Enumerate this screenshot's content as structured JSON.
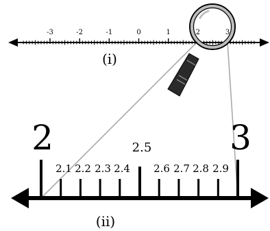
{
  "top_line": {
    "caption": "(i)",
    "ticks": [
      {
        "value": -3,
        "label": "-3"
      },
      {
        "value": -2,
        "label": "-2"
      },
      {
        "value": -1,
        "label": "-1"
      },
      {
        "value": 0,
        "label": "0"
      },
      {
        "value": 1,
        "label": "1"
      },
      {
        "value": 2,
        "label": "2"
      },
      {
        "value": 3,
        "label": "3"
      }
    ]
  },
  "bottom_line": {
    "caption": "(ii)",
    "start_label": "2",
    "end_label": "3",
    "mid_label": "2.5",
    "tenth_labels_left": [
      "2.1",
      "2.2",
      "2.3",
      "2.4"
    ],
    "tenth_labels_right": [
      "2.6",
      "2.7",
      "2.8",
      "2.9"
    ]
  },
  "colors": {
    "ink": "#000000",
    "zoom_lines": "#aaaaaa",
    "magnifier_rim": "#bdbdbd"
  },
  "icons": {
    "magnifier": "magnifying-glass-icon"
  }
}
